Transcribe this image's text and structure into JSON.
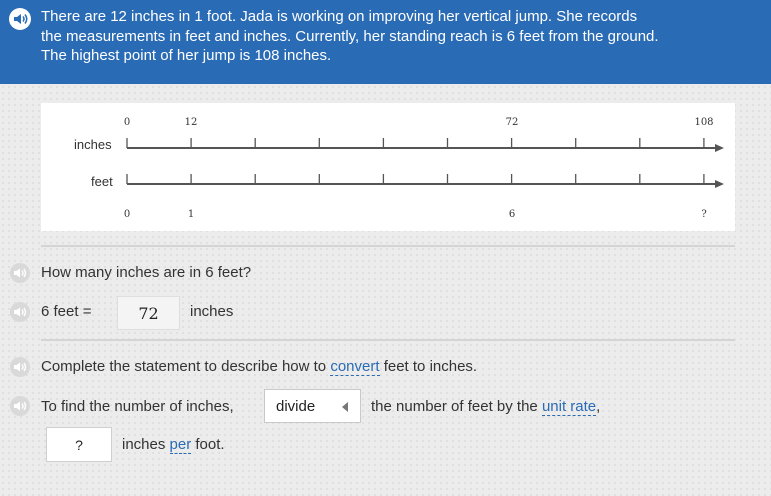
{
  "problem": {
    "line1": "There are 12 inches in 1 foot. Jada is working on improving her vertical jump. She records",
    "line2": "the measurements in feet and inches. Currently, her standing reach is 6 feet from the ground.",
    "line3": "The highest point of her jump is 108 inches."
  },
  "number_line": {
    "top_label": "inches",
    "bottom_label": "feet",
    "top_ticks": [
      "0",
      "12",
      "72",
      "108"
    ],
    "bottom_ticks": [
      "0",
      "1",
      "6",
      "?"
    ]
  },
  "question1": {
    "prompt": "How many inches are in 6 feet?",
    "equation_left": "6 feet =",
    "answer": "72",
    "unit": "inches"
  },
  "question2": {
    "prompt_before": "Complete the statement to describe how to",
    "prompt_link": "convert",
    "prompt_after": "feet to inches.",
    "stmt_before": "To find the number of inches,",
    "dropdown_value": "divide",
    "stmt_middle": "the number of feet by the",
    "stmt_link": "unit rate",
    "stmt_comma": ",",
    "box_value": "?",
    "stmt_unit": "inches",
    "stmt_per": "per",
    "stmt_end": "foot."
  },
  "colors": {
    "banner": "#2a6bb5",
    "link": "#2a6bb5"
  }
}
